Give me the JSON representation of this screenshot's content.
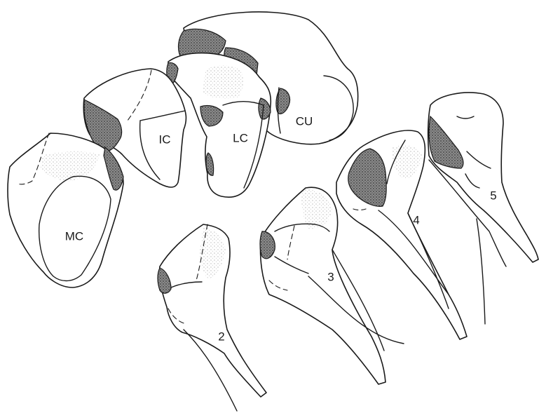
{
  "labels": {
    "medial_cuneiform": "MC",
    "intermediate_cuneiform": "IC",
    "lateral_cuneiform": "LC",
    "cuboid": "CU",
    "metatarsal_2": "2",
    "metatarsal_3": "3",
    "metatarsal_4": "4",
    "metatarsal_5": "5"
  },
  "colors": {
    "ink": "#1a1a1a",
    "paper": "#ffffff"
  }
}
